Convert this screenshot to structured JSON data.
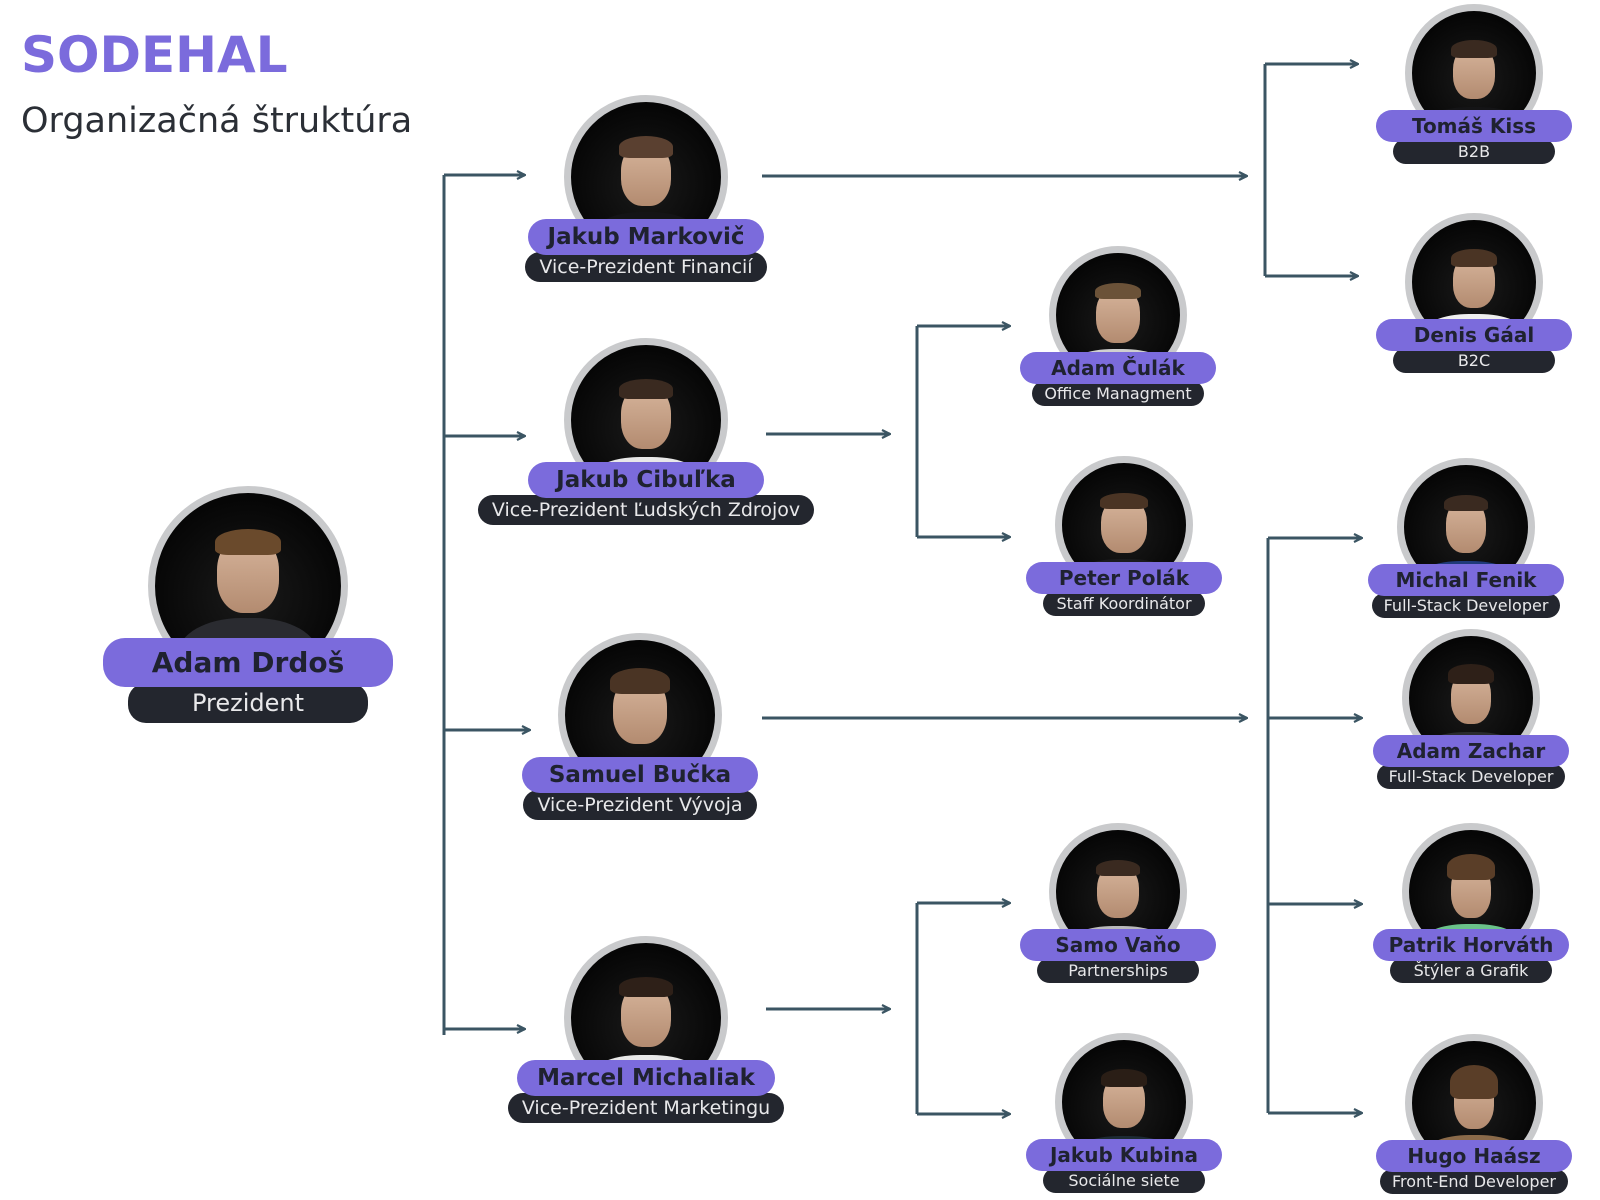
{
  "header": {
    "brand": "SODEHAL",
    "subtitle": "Organizačná štruktúra"
  },
  "colors": {
    "accent": "#7b6bdc",
    "dark_pill": "#23262e",
    "connector": "#3b5563",
    "photo_ring": "#c9cacc"
  },
  "people": {
    "president": {
      "name": "Adam Drdoš",
      "role": "Prezident"
    },
    "vp_finance": {
      "name": "Jakub Markovič",
      "role": "Vice-Prezident Financií"
    },
    "vp_hr": {
      "name": "Jakub Cibuľka",
      "role": "Vice-Prezident Ľudských Zdrojov"
    },
    "vp_dev": {
      "name": "Samuel Bučka",
      "role": "Vice-Prezident Vývoja"
    },
    "vp_marketing": {
      "name": "Marcel Michaliak",
      "role": "Vice-Prezident Marketingu"
    },
    "office": {
      "name": "Adam Čulák",
      "role": "Office Managment"
    },
    "staff": {
      "name": "Peter Polák",
      "role": "Staff Koordinátor"
    },
    "partnerships": {
      "name": "Samo Vaňo",
      "role": "Partnerships"
    },
    "social": {
      "name": "Jakub Kubina",
      "role": "Sociálne siete"
    },
    "b2b": {
      "name": "Tomáš Kiss",
      "role": "B2B"
    },
    "b2c": {
      "name": "Denis Gáal",
      "role": "B2C"
    },
    "dev1": {
      "name": "Michal Fenik",
      "role": "Full-Stack Developer"
    },
    "dev2": {
      "name": "Adam Zachar",
      "role": "Full-Stack Developer"
    },
    "design": {
      "name": "Patrik Horváth",
      "role": "Štýler a Grafik"
    },
    "frontend": {
      "name": "Hugo Haász",
      "role": "Front-End Developer"
    }
  }
}
